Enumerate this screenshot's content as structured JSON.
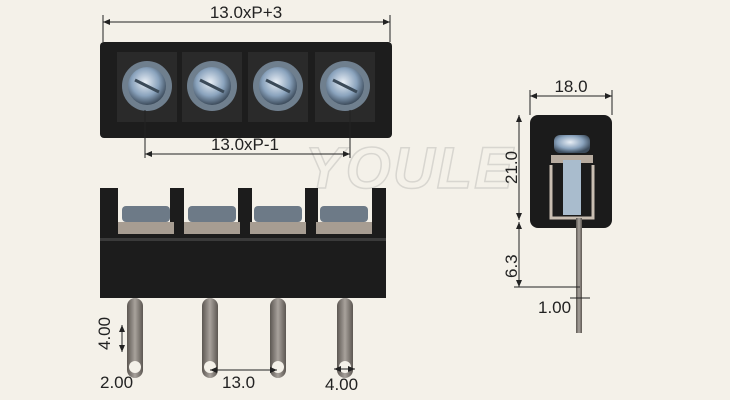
{
  "watermark": "YOULE",
  "top_view": {
    "overall_width": "13.0xP+3",
    "inner_width": "13.0xP-1"
  },
  "front_view": {
    "pin_length": "4.00",
    "pin_offset": "2.00",
    "pitch": "13.0",
    "pin_width": "4.00"
  },
  "side_view": {
    "depth": "18.0",
    "height": "21.0",
    "pin_protrusion": "6.3",
    "pin_thickness": "1.00"
  },
  "colors": {
    "background": "#f4f1e9",
    "housing": "#1c1c1c",
    "screw": "#8fa6bd",
    "pin": "#8a8480"
  }
}
